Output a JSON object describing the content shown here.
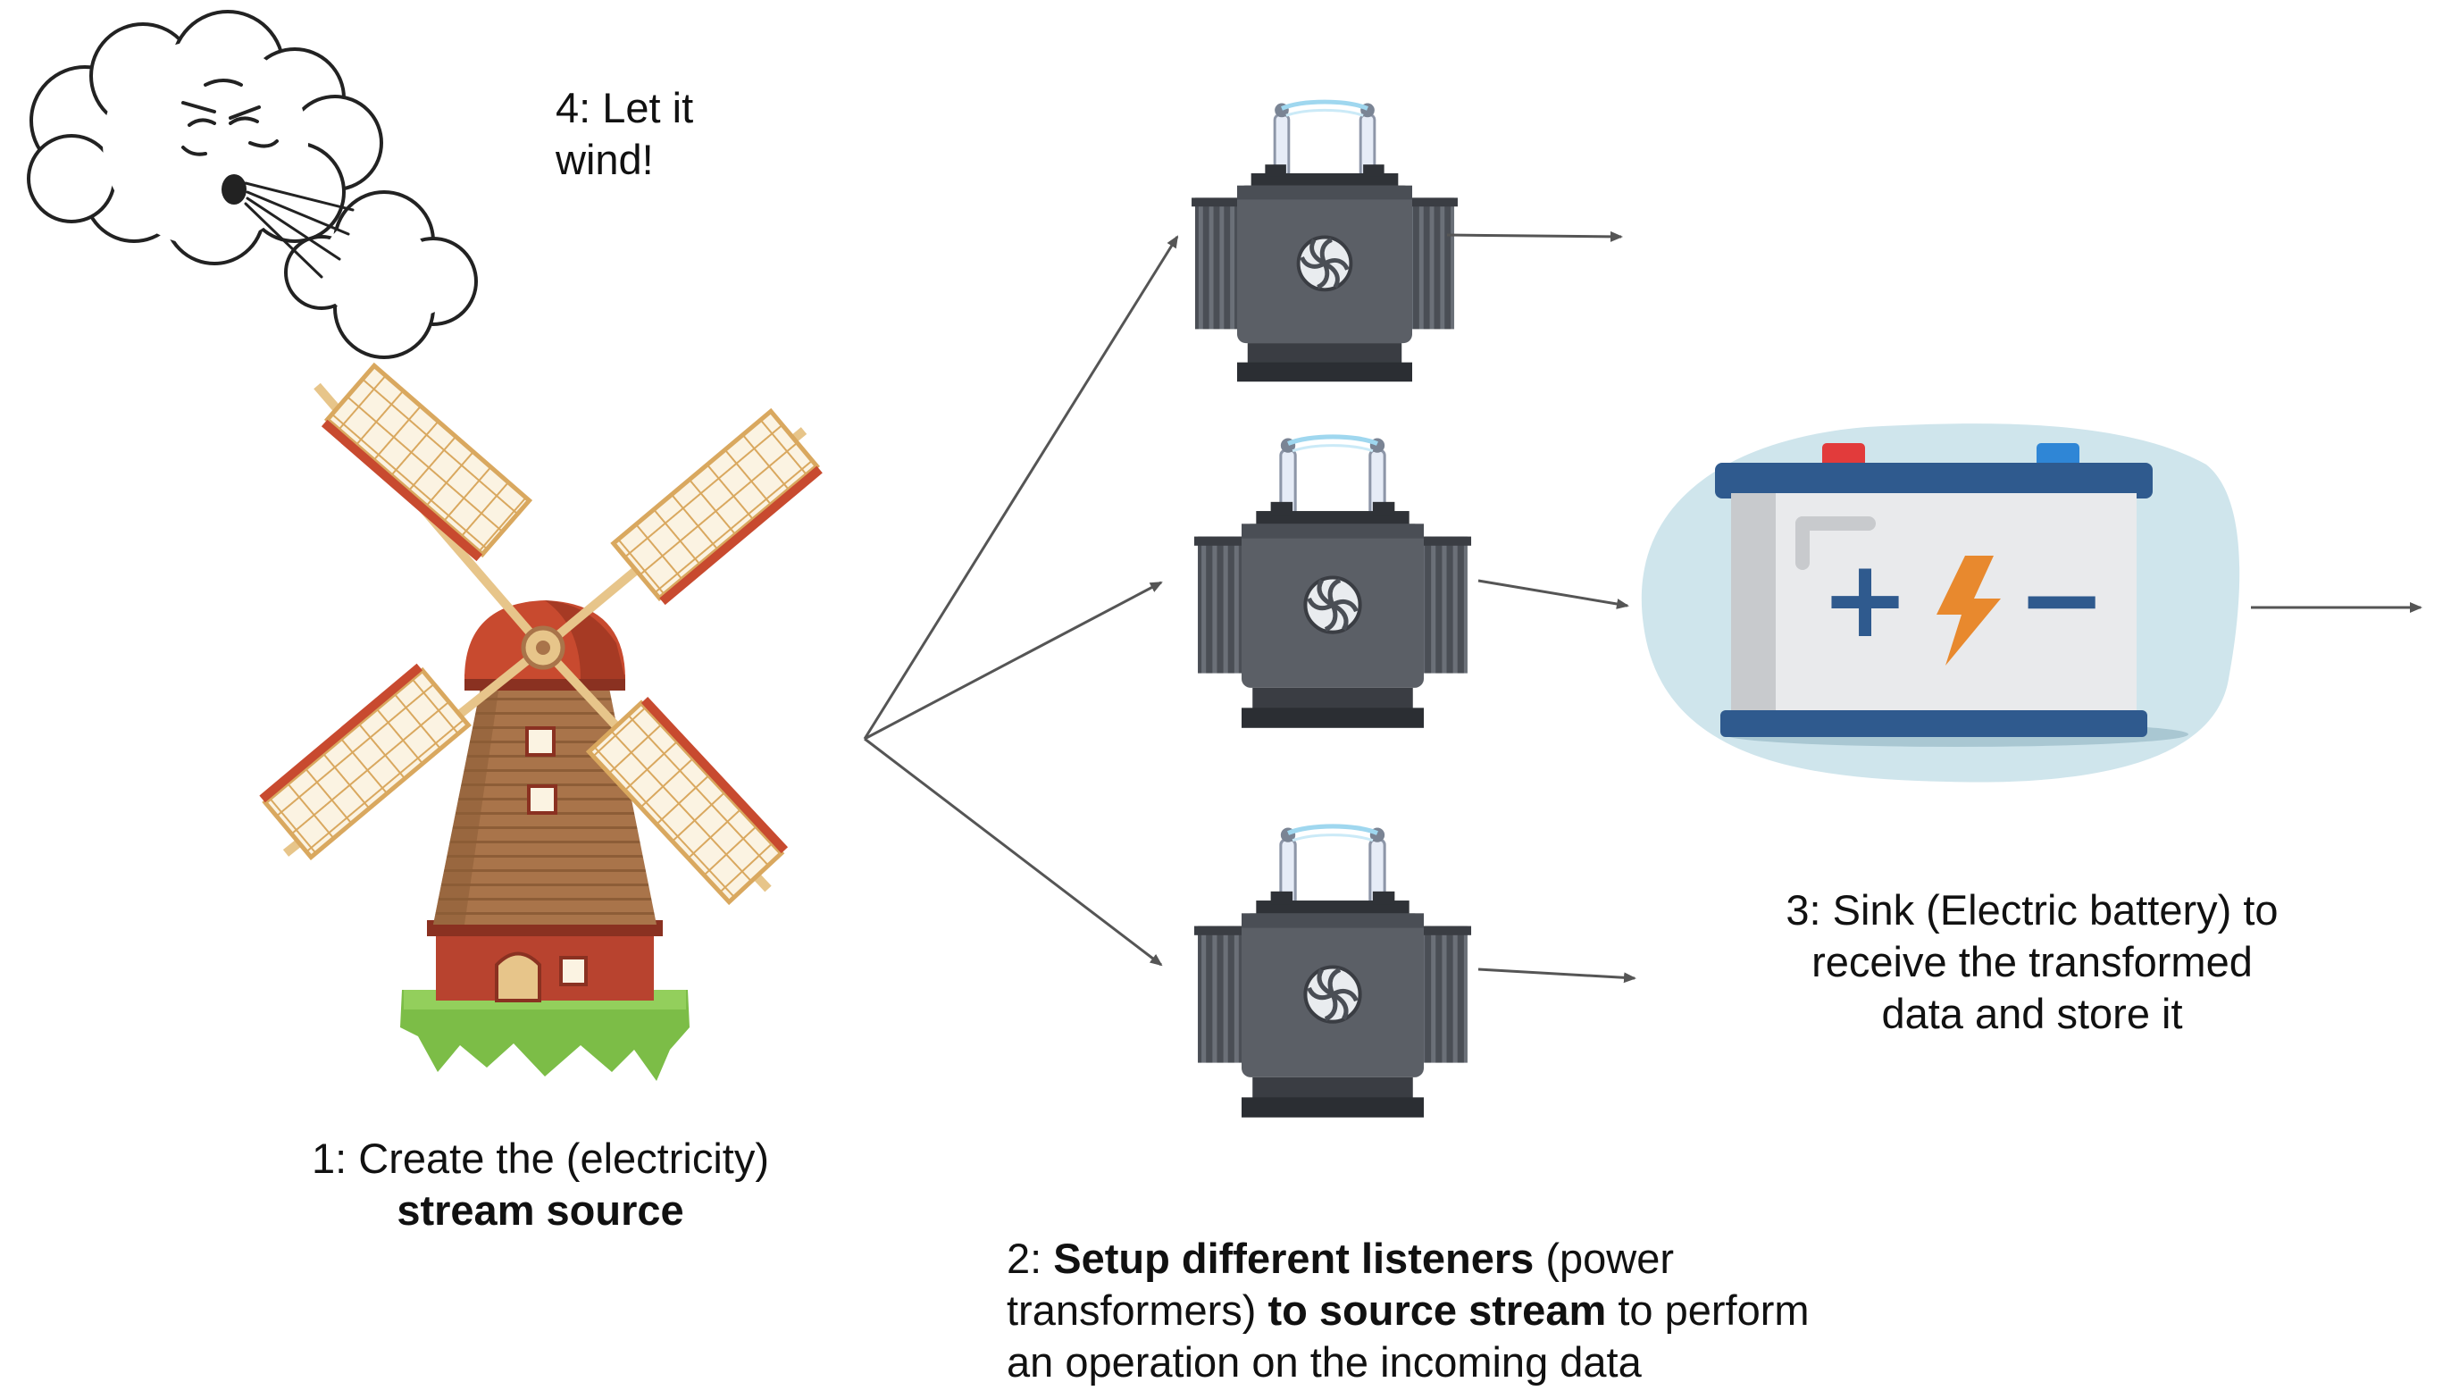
{
  "captions": {
    "wind": {
      "line1": "4: Let it",
      "line2": "wind!"
    },
    "source": {
      "line1": "1: Create the (electricity)",
      "line2": "stream source"
    },
    "listeners": {
      "prefix": "2: ",
      "bold1": "Setup different listeners",
      "mid1": " (power",
      "line2_start": "transformers) ",
      "bold2": "to source stream",
      "mid2": " to perform",
      "line3": "an operation on the incoming data"
    },
    "sink": {
      "line1": "3: Sink (Electric battery) to",
      "line2": "receive the transformed",
      "line3": "data and store it"
    }
  },
  "battery": {
    "plus_sign": "+",
    "minus_sign": "−"
  },
  "colors": {
    "arrow": "#555555",
    "transformer_body": "#5b5f66",
    "transformer_dark": "#2f3237",
    "battery_blob": "#cfe5ec",
    "battery_frame": "#2f5a8e",
    "battery_body": "#e9eaec",
    "battery_sign": "#2f5a8e",
    "bolt": "#e8892e",
    "terminal_positive": "#e23b3b",
    "terminal_negative": "#2f86d6",
    "mill_roof": "#c84a2f",
    "mill_tower": "#a9744a",
    "mill_base": "#b8432f",
    "grass": "#7cbd47",
    "sail_frame": "#e7c58a"
  }
}
